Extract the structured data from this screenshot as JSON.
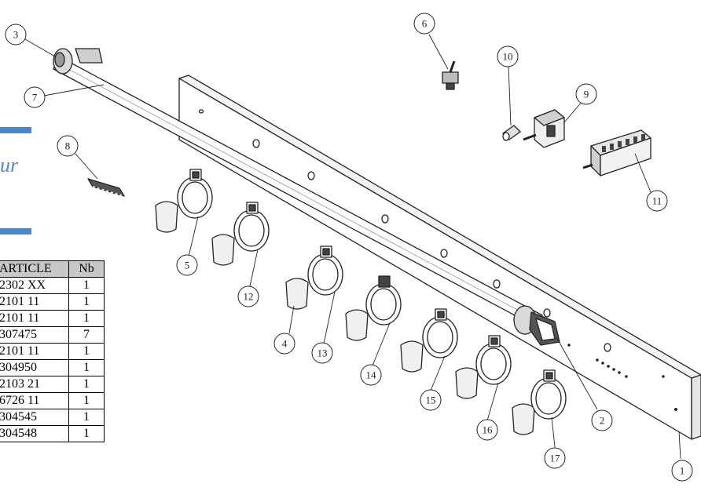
{
  "side_text": "ur",
  "table": {
    "headers": {
      "article": "ARTICLE",
      "nb": "Nb"
    },
    "rows": [
      {
        "article": "2302 XX",
        "nb": "1"
      },
      {
        "article": "2101 11",
        "nb": "1"
      },
      {
        "article": "2101 11",
        "nb": "1"
      },
      {
        "article": "307475",
        "nb": "7"
      },
      {
        "article": "2101 11",
        "nb": "1"
      },
      {
        "article": "304950",
        "nb": "1"
      },
      {
        "article": "2103 21",
        "nb": "1"
      },
      {
        "article": "6726 11",
        "nb": "1"
      },
      {
        "article": "304545",
        "nb": "1"
      },
      {
        "article": "304548",
        "nb": "1"
      }
    ]
  },
  "callouts": [
    "1",
    "2",
    "3",
    "4",
    "5",
    "6",
    "7",
    "8",
    "9",
    "10",
    "11",
    "12",
    "13",
    "14",
    "15",
    "16",
    "17"
  ],
  "colors": {
    "accent": "#4f86c6",
    "header_bg": "#c8c8c8",
    "line": "#222222"
  }
}
